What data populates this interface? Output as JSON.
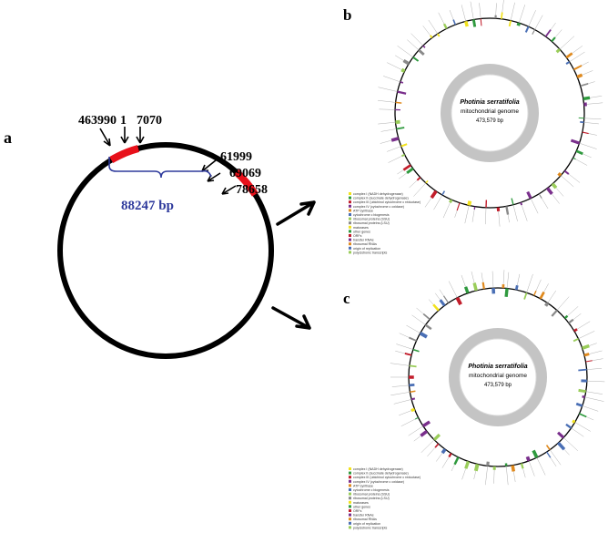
{
  "panel_labels": {
    "a": "a",
    "b": "b",
    "c": "c"
  },
  "panel_a": {
    "positions": {
      "p463990": "463990",
      "p1": "1",
      "p7070": "7070",
      "p61999": "61999",
      "p69069": "69069",
      "p78658": "78658"
    },
    "span_label": "88247 bp"
  },
  "genome_map_b": {
    "species": "Photinia serratifolia",
    "subtitle": "mitochondrial genome",
    "size": "473,579 bp"
  },
  "genome_map_c": {
    "species": "Photinia serratifolia",
    "subtitle": "mitochondrial genome",
    "size": "473,579 bp"
  },
  "legend_b": [
    "complex I (NADH dehydrogenase)",
    "complex II (succinate dehydrogenase)",
    "complex III (ubichinol cytochrome c reductase)",
    "complex IV (cytochrome c oxidase)",
    "ATP synthase",
    "cytochrome c biogenesis",
    "ribosomal proteins (SSU)",
    "ribosomal proteins (LSU)",
    "maturases",
    "other genes",
    "ORFs",
    "transfer RNAs",
    "ribosomal RNAs",
    "origin of replication",
    "polycistronic transcripts"
  ],
  "legend_c": [
    "complex I (NADH dehydrogenase)",
    "complex II (succinate dehydrogenase)",
    "complex III (ubichinol cytochrome c reductase)",
    "complex IV (cytochrome c oxidase)",
    "ATP synthase",
    "cytochrome c biogenesis",
    "ribosomal proteins (SSU)",
    "ribosomal proteins (LSU)",
    "maturases",
    "other genes",
    "ORFs",
    "transfer RNAs",
    "ribosomal RNAs",
    "origin of replication",
    "polycistronic transcripts"
  ],
  "colors": {
    "highlight": "#e8101a",
    "bracket": "#2e3a9c",
    "gene_palette": [
      "#f2e21c",
      "#2f9a3e",
      "#c21d2b",
      "#7a2f8c",
      "#e08a1e",
      "#4a6fb5",
      "#9acd5a",
      "#8a8a8a"
    ]
  }
}
